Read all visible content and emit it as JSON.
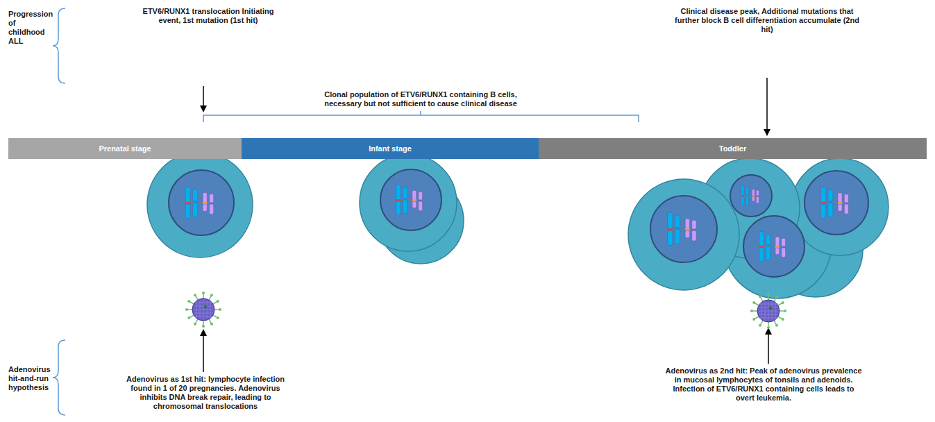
{
  "diagram": {
    "nodes": [
      {
        "text": [
          "Prenatal stage"
        ]
      },
      {
        "text": [
          "Infant stage"
        ]
      },
      {
        "text": [
          "Toddler"
        ]
      }
    ],
    "labels": [
      "Progression of childhood ALL",
      "ETV6/RUNX1 translocation Initiating event, 1st mutation (1st hit)",
      "Clonal population of ETV6/RUNX1 containing B cells, necessary but not sufficient to cause clinical disease",
      "Clinical disease peak, Additional mutations that further block B cell differentiation accumulate (2nd hit)",
      "Adenovirus hit-and-run hypothesis",
      "Adenovirus as 1st hit: lymphocyte infection found in 1 of 20 pregnancies. Adenovirus inhibits DNA break repair, leading to chromosomal translocations",
      "Adenovirus as 2nd hit: Peak of adenovirus prevalence in mucosal lymphocytes of tonsils and adenoids. Infection of ETV6/RUNX1 containing cells leads to overt leukemia."
    ]
  }
}
